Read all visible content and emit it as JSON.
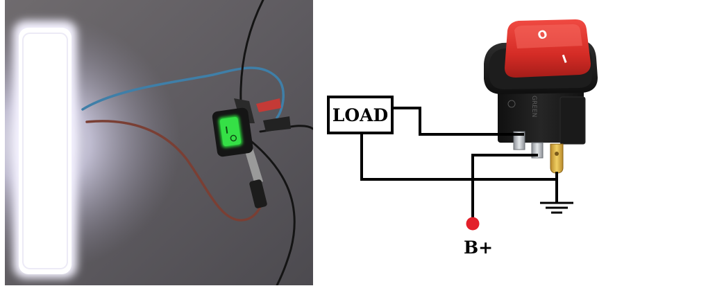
{
  "diagram": {
    "load_label": "LOAD",
    "battery_label": "B+"
  },
  "switch": {
    "on_mark": "I",
    "off_mark": "O",
    "body_marking": "GREEN"
  },
  "colors": {
    "wire": "#000000",
    "battery_terminal": "#e3202a",
    "switch_rocker": "#d9332c",
    "switch_body": "#1b1b1b",
    "terminal_brass": "#d9b23c",
    "terminal_silver": "#b8bcc2",
    "photo_led_glow": "#ffffff",
    "photo_indicator": "#2bd53b"
  }
}
